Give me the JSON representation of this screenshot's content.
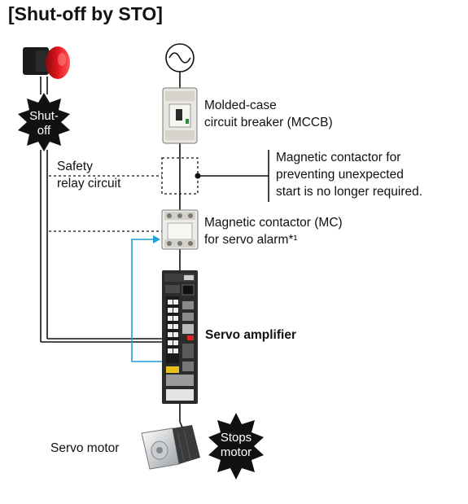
{
  "title": "[Shut-off by STO]",
  "shutoff_badge": {
    "line1": "Shut-",
    "line2": "off"
  },
  "stops_badge": {
    "line1": "Stops",
    "line2": "motor"
  },
  "labels": {
    "mccb_line1": "Molded-case",
    "mccb_line2": "circuit breaker (MCCB)",
    "safety_line1": "Safety",
    "safety_line2": "relay circuit",
    "note_line1": "Magnetic contactor for",
    "note_line2": "preventing unexpected",
    "note_line3": "start is no longer required.",
    "mc_line1": "Magnetic contactor (MC)",
    "mc_line2": "for servo alarm*¹",
    "servo_amp": "Servo amplifier",
    "servo_motor": "Servo motor"
  },
  "colors": {
    "emergency_button": "#e0161c",
    "signal_line": "#1d9fd8",
    "badge": "#111111"
  }
}
